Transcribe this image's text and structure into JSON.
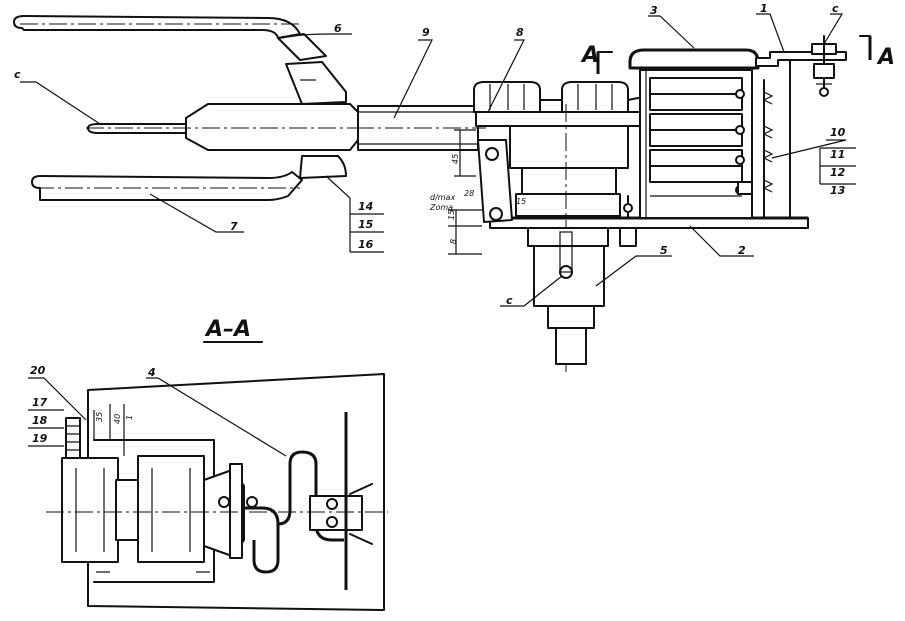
{
  "drawing": {
    "section_title": "A–A",
    "section_marker_left": "A",
    "section_marker_right": "A",
    "dim_45": "45",
    "dim_15": "15",
    "dim_8": "8",
    "dim_28": "28",
    "dim_15_2": "15",
    "note_line1": "d/max",
    "note_line2": "Zoma",
    "aa_dim_1": "35",
    "aa_dim_2": "40",
    "aa_dim_3": "1",
    "callouts": {
      "c_top_right": "c",
      "c_left": "c",
      "c_bottom": "c",
      "n1": "1",
      "n2": "2",
      "n3": "3",
      "n4": "4",
      "n5": "5",
      "n6": "6",
      "n7": "7",
      "n8": "8",
      "n9": "9",
      "n10": "10",
      "n11": "11",
      "n12": "12",
      "n13": "13",
      "n14": "14",
      "n15": "15",
      "n16": "16",
      "n17": "17",
      "n18": "18",
      "n19": "19",
      "n20": "20"
    }
  }
}
